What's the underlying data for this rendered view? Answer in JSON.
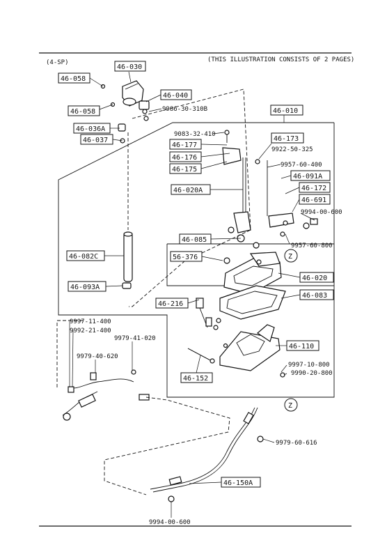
{
  "header": {
    "variant": "(4-SP)",
    "note": "(THIS ILLUSTRATION CONSISTS OF  2 PAGES)"
  },
  "callouts": {
    "c46_030": "46-030",
    "c46_058_top": "46-058",
    "c46_040": "46-040",
    "c46_058_mid": "46-058",
    "c9986": "9986-30-310B",
    "c46_036A": "46-036A",
    "c46_037": "46-037",
    "c46_010": "46-010",
    "c9083": "9083-32-410",
    "c46_173": "46-173",
    "c46_177": "46-177",
    "c9922": "9922-50-325",
    "c46_176": "46-176",
    "c9957_top": "9957-60-400",
    "c46_175": "46-175",
    "c46_091A": "46-091A",
    "c46_172": "46-172",
    "c46_020A": "46-020A",
    "c46_691": "46-691",
    "c9994_top": "9994-00-600",
    "c46_085": "46-085",
    "c9957_bot": "9957-60-800",
    "c56_376": "56-376",
    "c46_082C": "46-082C",
    "c46_020": "46-020",
    "c46_093A": "46-093A",
    "c46_083": "46-083",
    "c46_216": "46-216",
    "c9997_11": "9997-11-400",
    "c9992": "9992-21-400",
    "c9979_41": "9979-41-020",
    "c46_110": "46-110",
    "c9979_40": "9979-40-620",
    "c9997_10": "9997-10-800",
    "c9990": "9990-20-800",
    "c46_152": "46-152",
    "c9979_60": "9979-60-616",
    "c46_150A": "46-150A",
    "c9994_bot": "9994-00-600",
    "z_ref_top": "Z",
    "z_ref_bot": "Z"
  }
}
